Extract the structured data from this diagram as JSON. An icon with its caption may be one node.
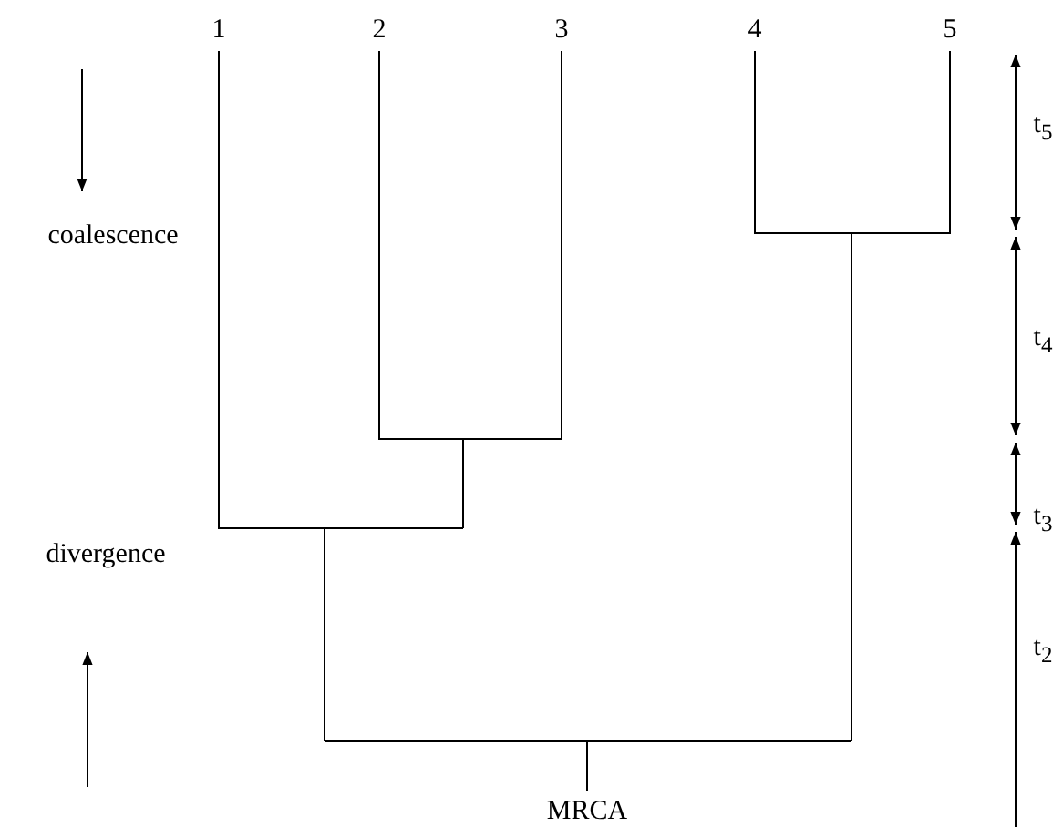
{
  "diagram": {
    "labels": [
      "1",
      "2",
      "3",
      "4",
      "5",
      "t$_{5}$",
      "coalescence",
      "t$_{4}$",
      "t$_{3}$",
      "divergence",
      "t$_{2}$",
      "MRCA"
    ]
  }
}
